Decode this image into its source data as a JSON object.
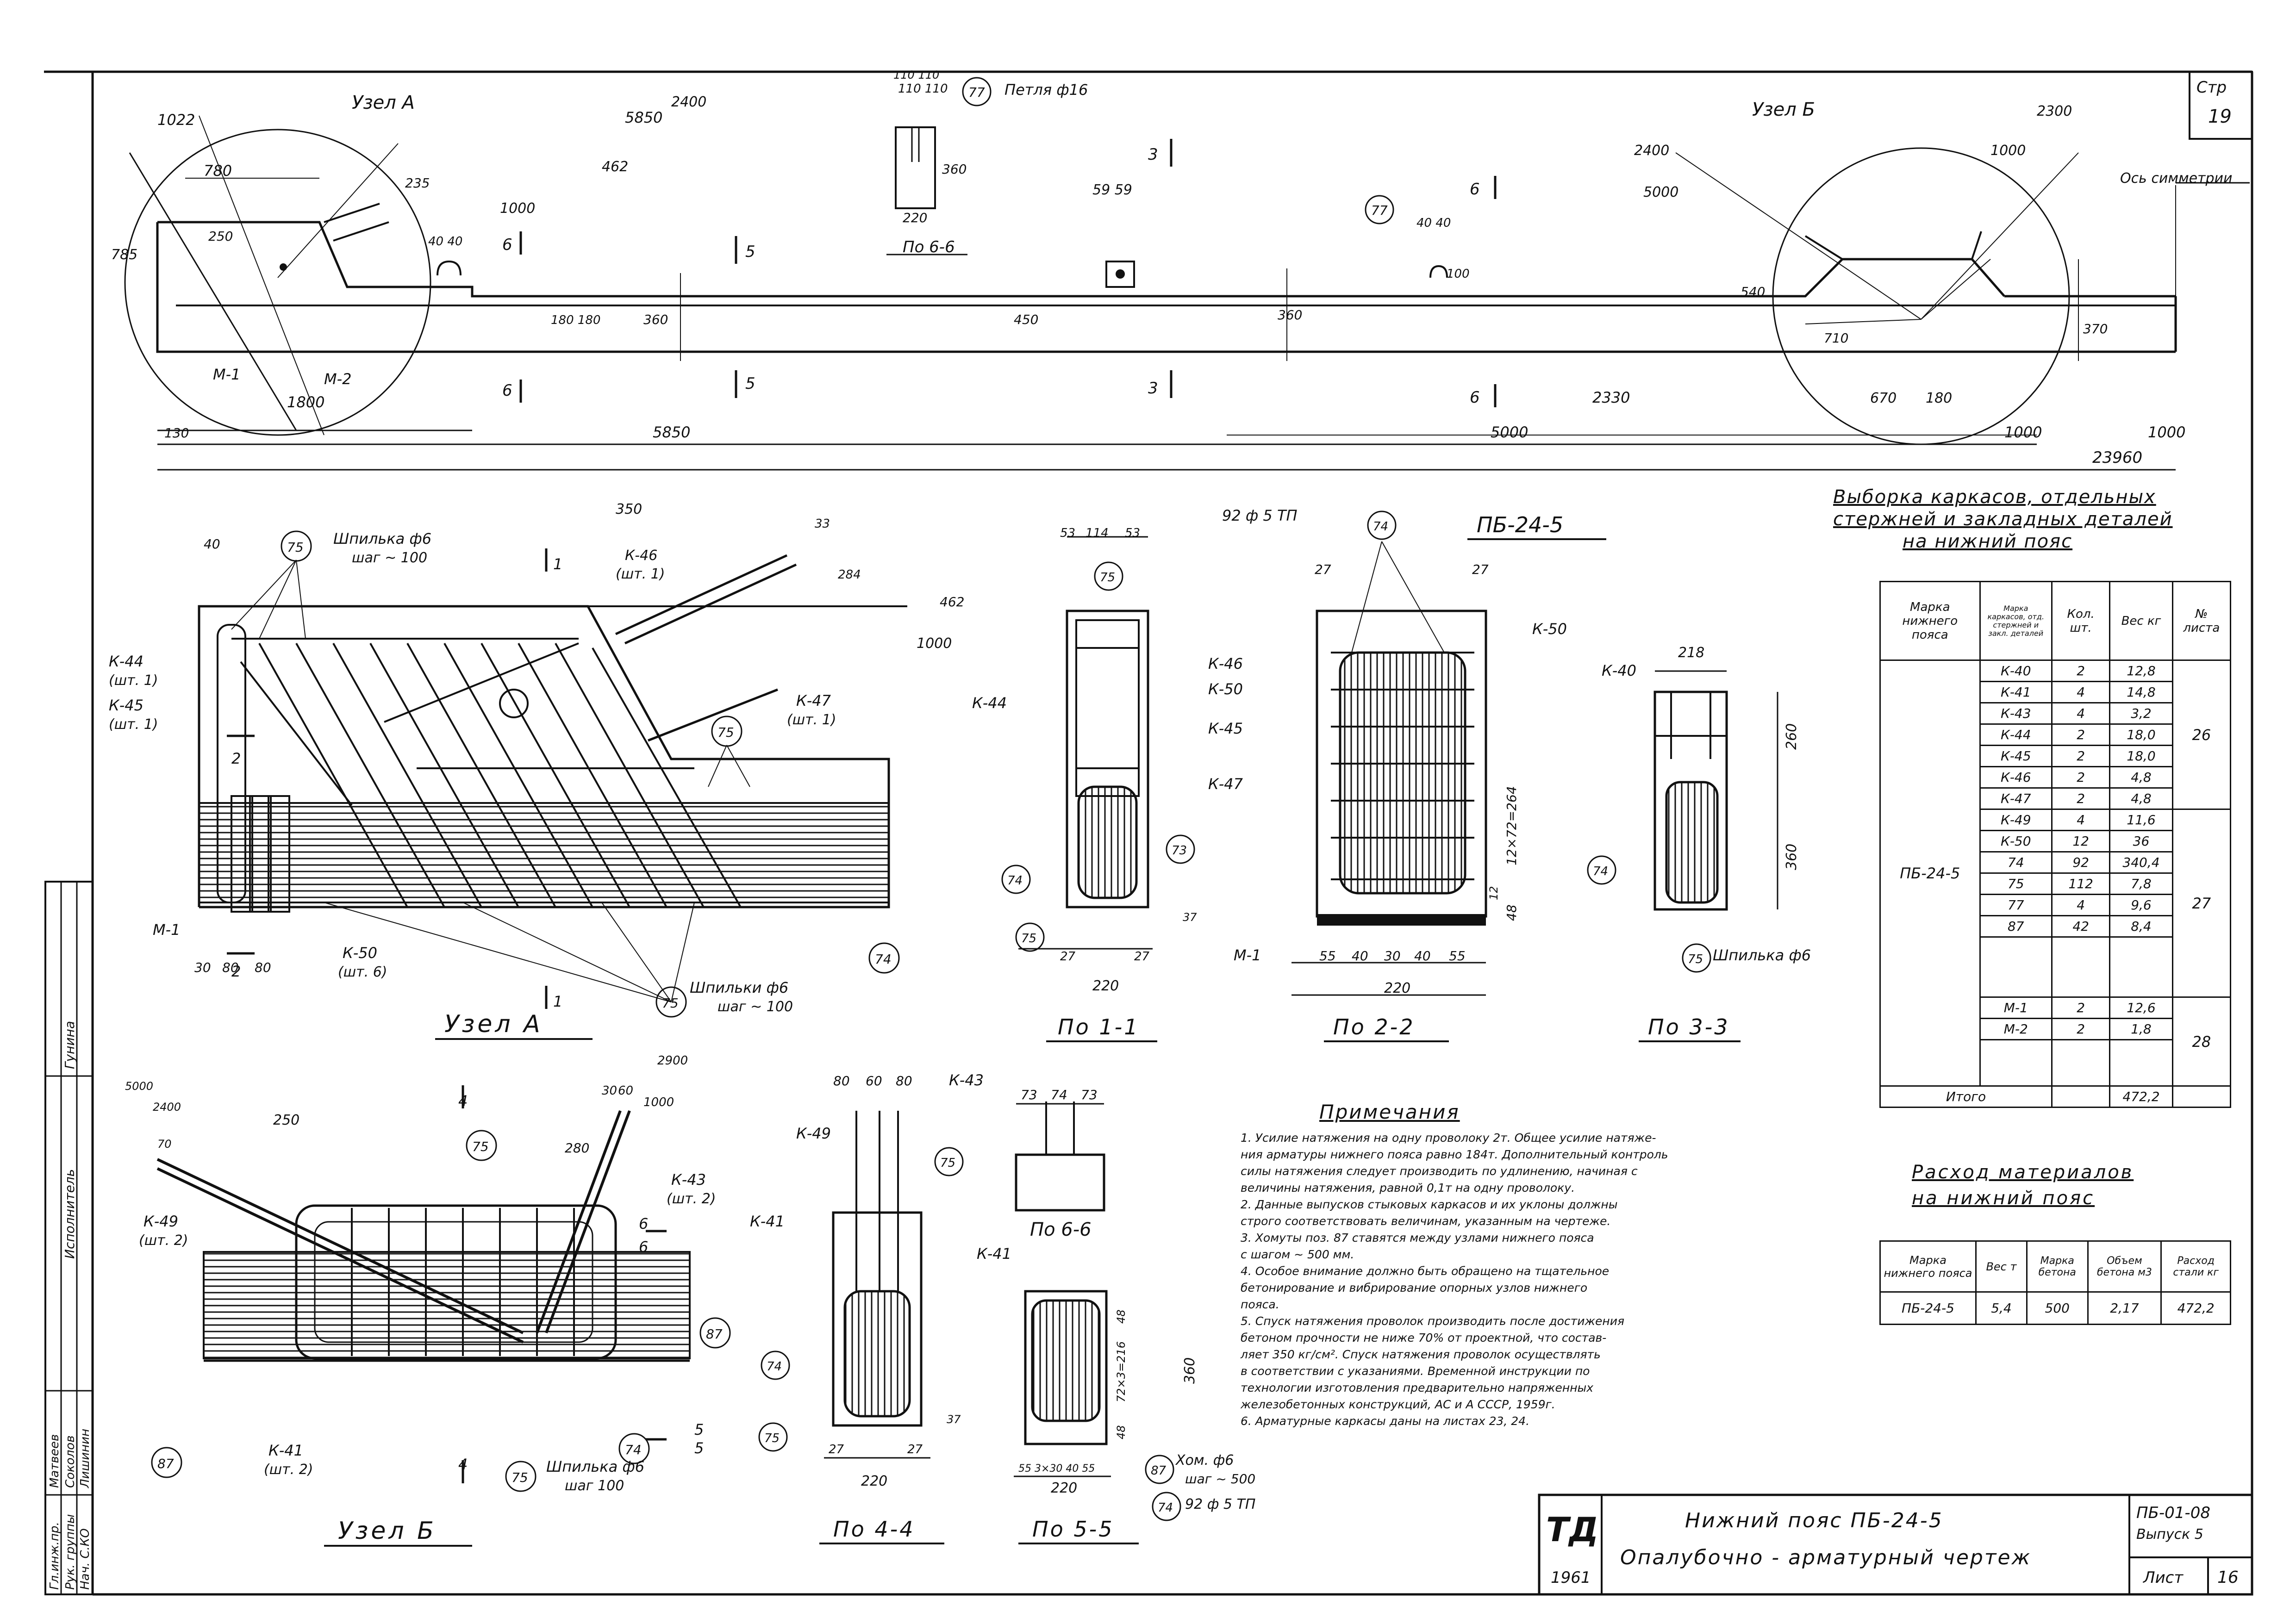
{
  "sheet": {
    "page_label": "Стр",
    "page_number": "19",
    "organization_logo": "ТД",
    "logo_year": "1961",
    "drawing_title": "Нижний пояс ПБ-24-5",
    "drawing_subtitle": "Опалубочно - арматурный чертеж",
    "series_code": "ПБ-01-08",
    "issue": "Выпуск 5",
    "sheet_label": "Лист",
    "sheet_number": "16"
  },
  "side_stamp": [
    {
      "role": "Исполнитель",
      "name": "Гунина"
    },
    {
      "role": "Нач. С.КО",
      "name": "Лишинин"
    },
    {
      "role": "Гл.инж.пр.",
      "name": "Матвеев"
    },
    {
      "role": "Рук. группы",
      "name": "Соколов"
    }
  ],
  "elevation": {
    "node_a_label": "Узел А",
    "node_b_label": "Узел Б",
    "axis_label": "Ось симметрии",
    "loop_label": "Петля ф16",
    "loop_pos": "77",
    "dims_top": [
      "1022",
      "780",
      "5850",
      "2400",
      "235",
      "462",
      "1000",
      "250",
      "40 40",
      "40 40",
      "2400",
      "5000",
      "1000",
      "2300",
      "110 110",
      "59 59"
    ],
    "dims_body": [
      "785",
      "180 180",
      "360",
      "450",
      "360",
      "540",
      "100",
      "710",
      "370",
      "670",
      "180"
    ],
    "dims_bottom": [
      "130",
      "1800",
      "5850",
      "5000",
      "2330",
      "1000",
      "1000",
      "23960"
    ],
    "cut_marks": [
      "5",
      "5",
      "3",
      "3",
      "6",
      "6",
      "6",
      "6"
    ],
    "marks": [
      "М-1",
      "М-2"
    ],
    "section_66_label": "По 6-6",
    "section_66_dims": [
      "110 110",
      "360",
      "220"
    ]
  },
  "node_a": {
    "title": "Узел А",
    "labels": [
      "Шпилька ф6",
      "шаг ~ 100",
      "К-46",
      "(шт. 1)",
      "К-44",
      "(шт. 1)",
      "К-45",
      "(шт. 1)",
      "К-47",
      "(шт. 1)",
      "К-50",
      "(шт. 6)",
      "М-1",
      "Шпильки ф6",
      "шаг ~ 100"
    ],
    "dims": [
      "350",
      "40",
      "33",
      "284",
      "462",
      "1000",
      "30",
      "80",
      "80"
    ],
    "positions": [
      "75",
      "75",
      "75",
      "74",
      "75"
    ],
    "cuts": [
      "1",
      "1",
      "2",
      "2"
    ]
  },
  "node_b": {
    "title": "Узел Б",
    "labels": [
      "К-49",
      "(шт. 2)",
      "К-43",
      "(шт. 2)",
      "К-41",
      "(шт. 2)",
      "Шпилька ф6",
      "шаг 100"
    ],
    "dims": [
      "5000",
      "2400",
      "250",
      "70",
      "280",
      "30",
      "60",
      "1000",
      "2900"
    ],
    "positions": [
      "75",
      "75",
      "87",
      "87",
      "74",
      "75"
    ],
    "cuts": [
      "4",
      "4",
      "6",
      "6",
      "5",
      "5"
    ]
  },
  "section_11": {
    "title": "По 1-1",
    "labels": [
      "К-44",
      "К-46",
      "К-50",
      "К-45",
      "К-47"
    ],
    "dims": [
      "53",
      "114",
      "53",
      "27",
      "27",
      "220",
      "37"
    ],
    "positions": [
      "75",
      "73",
      "74",
      "75"
    ]
  },
  "section_22": {
    "title": "По 2-2",
    "header": "92 ф 5 ТП",
    "name": "ПБ-24-5",
    "labels": [
      "К-50",
      "М-1"
    ],
    "dims": [
      "27",
      "27",
      "12×72=264",
      "48",
      "12",
      "55",
      "40",
      "30",
      "40",
      "55",
      "220"
    ],
    "positions": [
      "74"
    ]
  },
  "section_33": {
    "title": "По 3-3",
    "labels": [
      "К-40",
      "Шпилька ф6"
    ],
    "dims": [
      "218",
      "260",
      "360"
    ],
    "positions": [
      "74",
      "75"
    ]
  },
  "section_44": {
    "title": "По 4-4",
    "labels": [
      "К-49",
      "К-41",
      "К-41"
    ],
    "dims": [
      "80",
      "60",
      "80",
      "27",
      "27",
      "220",
      "37"
    ],
    "positions": [
      "75",
      "74",
      "75"
    ]
  },
  "section_55": {
    "title": "По 5-5",
    "labels": [
      "Хом. ф6",
      "шаг ~ 500",
      "92 ф 5 ТП"
    ],
    "dims": [
      "48",
      "72×3=216",
      "48",
      "55 3×30 40 55",
      "220",
      "360"
    ],
    "positions": [
      "87",
      "74"
    ]
  },
  "section_66b": {
    "title": "По 6-6",
    "labels": [
      "К-43"
    ],
    "dims": [
      "73",
      "74",
      "73"
    ]
  },
  "notes": {
    "title": "Примечания",
    "lines": [
      "1. Усилие натяжения на одну проволоку 2т. Общее усилие натяже-",
      "ния арматуры нижнего пояса равно 184т. Дополнительный контроль",
      "силы натяжения следует производить по удлинению, начиная с",
      "величины натяжения, равной 0,1т на одну проволоку.",
      "2. Данные выпусков стыковых каркасов и их уклоны должны",
      "строго соответствовать величинам, указанным на чертеже.",
      "3. Хомуты поз. 87 ставятся между узлами нижнего пояса",
      "с шагом ~ 500 мм.",
      "4. Особое внимание должно быть обращено на тщательное",
      "бетонирование и вибрирование опорных узлов нижнего",
      "пояса.",
      "5. Спуск натяжения проволок производить после достижения",
      "бетоном прочности не ниже 70% от проектной, что состав-",
      "ляет 350 кг/см². Спуск натяжения проволок осуществлять",
      "в соответствии с указаниями. Временной инструкции по",
      "технологии изготовления предварительно напряженных",
      "железобетонных конструкций, АС и А СССР, 1959г.",
      "6. Арматурные каркасы даны на листах 23, 24."
    ]
  },
  "selection_table": {
    "title_lines": [
      "Выборка каркасов, отдельных",
      "стержней и закладных деталей",
      "на нижний пояс"
    ],
    "headers": [
      "Марка нижнего пояса",
      "Марка каркасов, отд. стержней и закл. деталей",
      "Кол. шт.",
      "Вес кг",
      "№ листа"
    ],
    "belt_mark": "ПБ-24-5",
    "rows": [
      [
        "К-40",
        "2",
        "12,8"
      ],
      [
        "К-41",
        "4",
        "14,8"
      ],
      [
        "К-43",
        "4",
        "3,2"
      ],
      [
        "К-44",
        "2",
        "18,0"
      ],
      [
        "К-45",
        "2",
        "18,0"
      ],
      [
        "К-46",
        "2",
        "4,8"
      ],
      [
        "К-47",
        "2",
        "4,8"
      ],
      [
        "К-49",
        "4",
        "11,6"
      ],
      [
        "К-50",
        "12",
        "36"
      ],
      [
        "74",
        "92",
        "340,4"
      ],
      [
        "75",
        "112",
        "7,8"
      ],
      [
        "77",
        "4",
        "9,6"
      ],
      [
        "87",
        "42",
        "8,4"
      ],
      [
        "",
        "",
        ""
      ],
      [
        "М-1",
        "2",
        "12,6"
      ],
      [
        "М-2",
        "2",
        "1,8"
      ],
      [
        "",
        "",
        ""
      ]
    ],
    "sheets": [
      "26",
      "27",
      "28"
    ],
    "total_label": "Итого",
    "total_value": "472,2"
  },
  "materials_table": {
    "title_lines": [
      "Расход материалов",
      "на нижний пояс"
    ],
    "headers": [
      "Марка нижнего пояса",
      "Вес т",
      "Марка бетона",
      "Объем бетона м3",
      "Расход стали кг"
    ],
    "row": [
      "ПБ-24-5",
      "5,4",
      "500",
      "2,17",
      "472,2"
    ]
  }
}
